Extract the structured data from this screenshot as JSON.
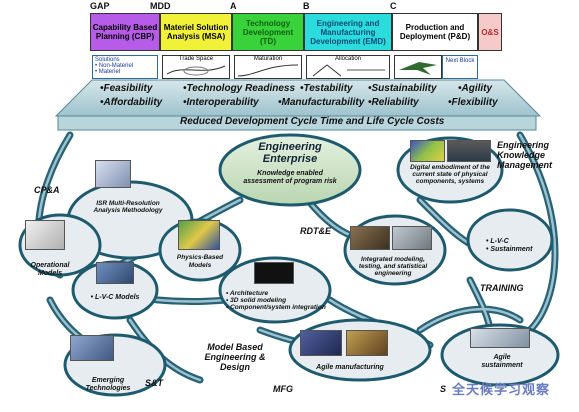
{
  "milestones": {
    "gap": "GAP",
    "mdd": "MDD",
    "a": "A",
    "b": "B",
    "c": "C"
  },
  "phases": [
    {
      "label": "Capability Based Planning (CBP)",
      "color": "#b65ce8"
    },
    {
      "label": "Materiel Solution Analysis (MSA)",
      "color": "#f1f138"
    },
    {
      "label": "Technology Development (TD)",
      "color": "#3ad23a"
    },
    {
      "label": "Engineering and Manufacturing Development (EMD)",
      "color": "#2bdcdc"
    },
    {
      "label": "Production and Deployment (P&D)",
      "color": "#ffffff"
    },
    {
      "label": "O&S",
      "color": "#f7caca"
    }
  ],
  "tools": [
    {
      "label": "Solutions\n• Non-Materiel\n• Materiel"
    },
    {
      "label": "Trade Space"
    },
    {
      "label": "Maturation"
    },
    {
      "label": "Allocation"
    },
    {
      "label": ""
    },
    {
      "label": "Next Block"
    }
  ],
  "traits": [
    "•Feasibility",
    "•Technology Readiness",
    "•Testability",
    "•Sustainability",
    "•Agility",
    "•Affordability",
    "•Interoperability",
    "•Manufacturability",
    "•Reliability",
    "•Flexibility"
  ],
  "banner": "Reduced Development Cycle Time and  Life Cycle Costs",
  "center": {
    "title_line1": "Engineering",
    "title_line2": "Enterprise",
    "desc": "Knowledge enabled assessment of program risk"
  },
  "ekm": {
    "title": "Engineering Knowledge Management",
    "desc": "Digital embodiment of the current state of physical components, systems"
  },
  "nodes": {
    "cpa": "CP&A",
    "isr": "ISR Multi-Resolution Analysis Methodology",
    "operational": "Operational Models",
    "physics": "Physics-Based Models",
    "lvc_left": "• L-V-C Models",
    "emerging": "Emerging Technologies",
    "st": "S&T",
    "rdte": "RDT&E",
    "integrated": "Integrated modeling, testing, and statistical engineering",
    "arch": "• Architecture\n• 3D solid modeling\n• Component/system integration",
    "mbe": "Model Based Engineering & Design",
    "agile_mfg": "Agile manufacturing",
    "mfg": "MFG",
    "lvc_right": "• L-V-C\n• Sustainment",
    "training": "TRAINING",
    "agile_sust": "Agile sustainment",
    "s_label": "S"
  },
  "watermark": "全天候学习观察",
  "colors": {
    "ring_teal": "#1e5a6e",
    "ring_light": "#9cc3cf",
    "ellipse_fill": "#e6ecef",
    "center_fill": "#cfe3cf"
  }
}
